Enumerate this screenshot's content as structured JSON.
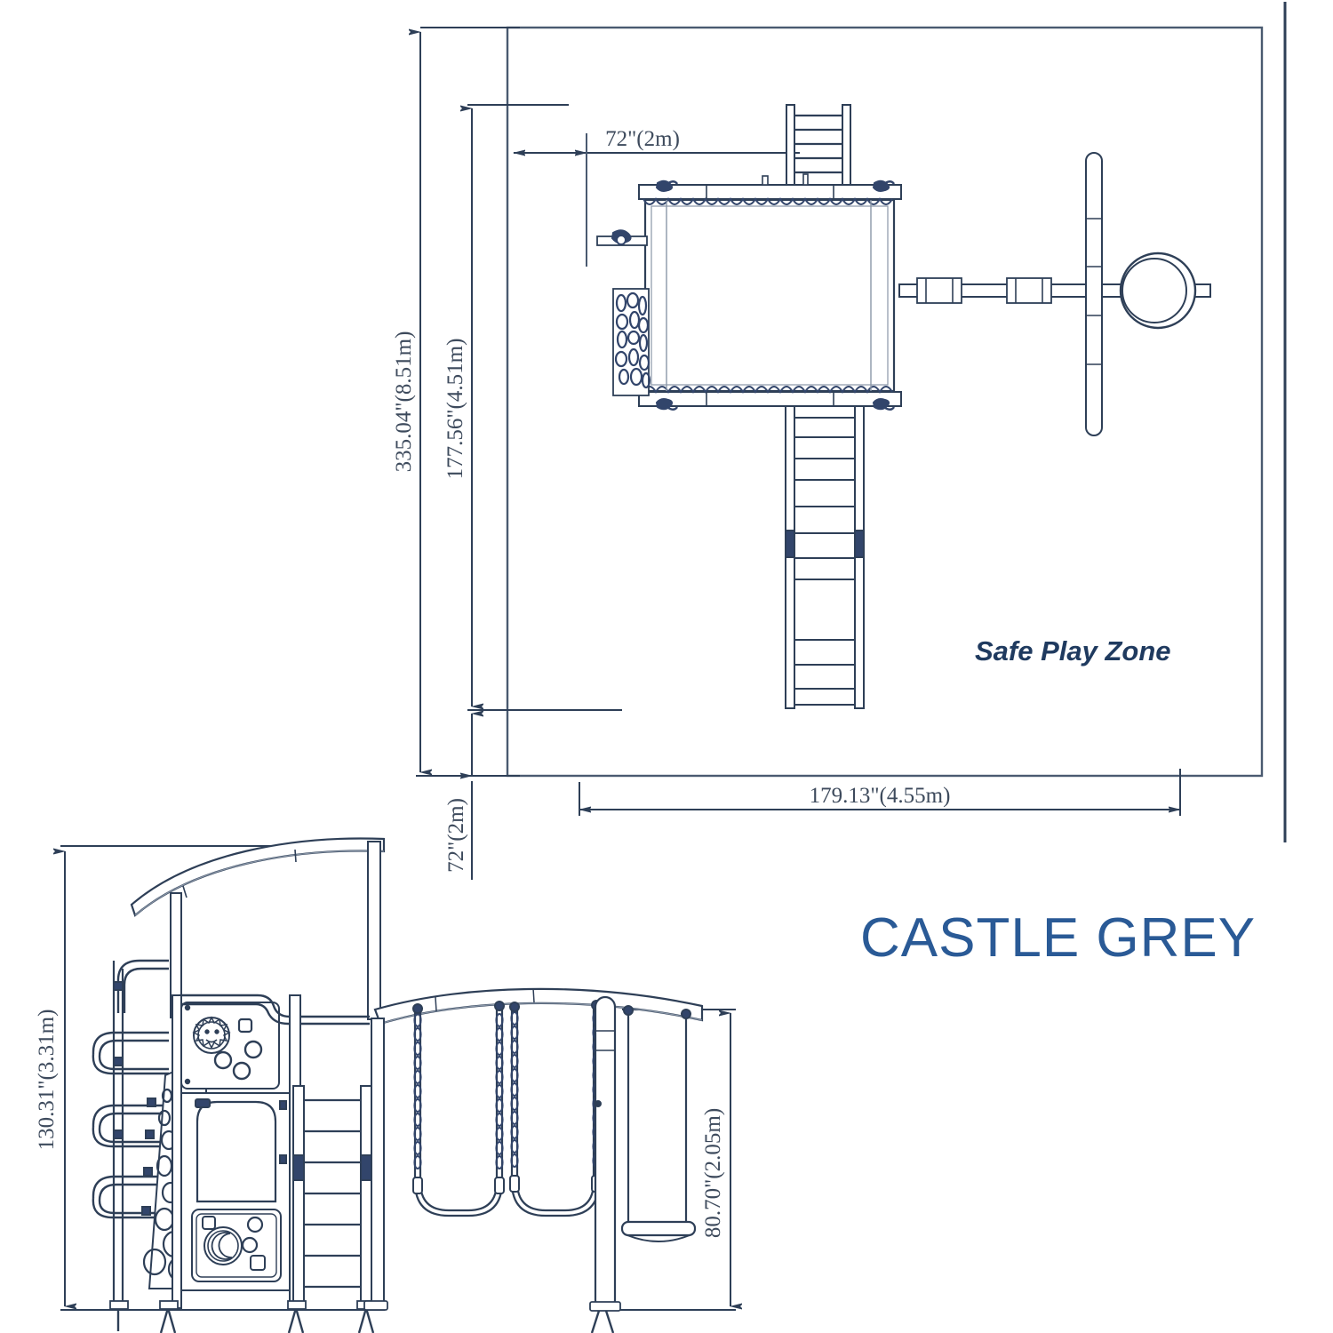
{
  "document": {
    "title": "CASTLE GREY",
    "type": "playset-dimension-drawing"
  },
  "colors": {
    "line": "#2e3f57",
    "line_light": "#64748b",
    "dimension": "#3d4a5c",
    "zone_label": "#1f3a5f",
    "brand": "#2a5a96",
    "fill": "#ffffff",
    "accent_dark": "#32456b"
  },
  "top_view": {
    "name": "Safe Play Zone plan view",
    "zone_label": "Safe Play Zone",
    "dimensions": {
      "overall_height": "335.04\"(8.51m)",
      "structure_height": "177.56\"(4.51m)",
      "clearance_top": "72\"(2m)",
      "clearance_bottom": "72\"(2m)",
      "overall_width": "179.13\"(4.55m)"
    },
    "components": {
      "fort_deck": "fort-deck",
      "canopy_roof": "canopy-roof",
      "climbing_wall": "rock-climbing-wall",
      "upper_ladder": "upper-access-ladder",
      "lower_ladder": "lower-access-ladder",
      "swing_beam": "swing-beam",
      "belt_swings": 2,
      "tire_swing": "tire-swing",
      "monkey_bars": "monkey-bars"
    }
  },
  "elevation_view": {
    "name": "Front elevation view",
    "dimensions": {
      "tower_height": "130.31\"(3.31m)",
      "swing_beam_height": "80.70\"(2.05m)"
    },
    "components": {
      "canopy": "curved-canopy",
      "monkey_bars": "monkey-bars",
      "rock_wall": "rock-climbing-wall",
      "play_panel_sun": "sun-clock-panel",
      "play_panel_moon": "moon-crescent-panel",
      "door": "clubhouse-door",
      "ladder": "ladder",
      "swing_beam": "arched-swing-beam",
      "belt_swings": 2,
      "glider_swing": "trapeze-glider-swing"
    }
  }
}
